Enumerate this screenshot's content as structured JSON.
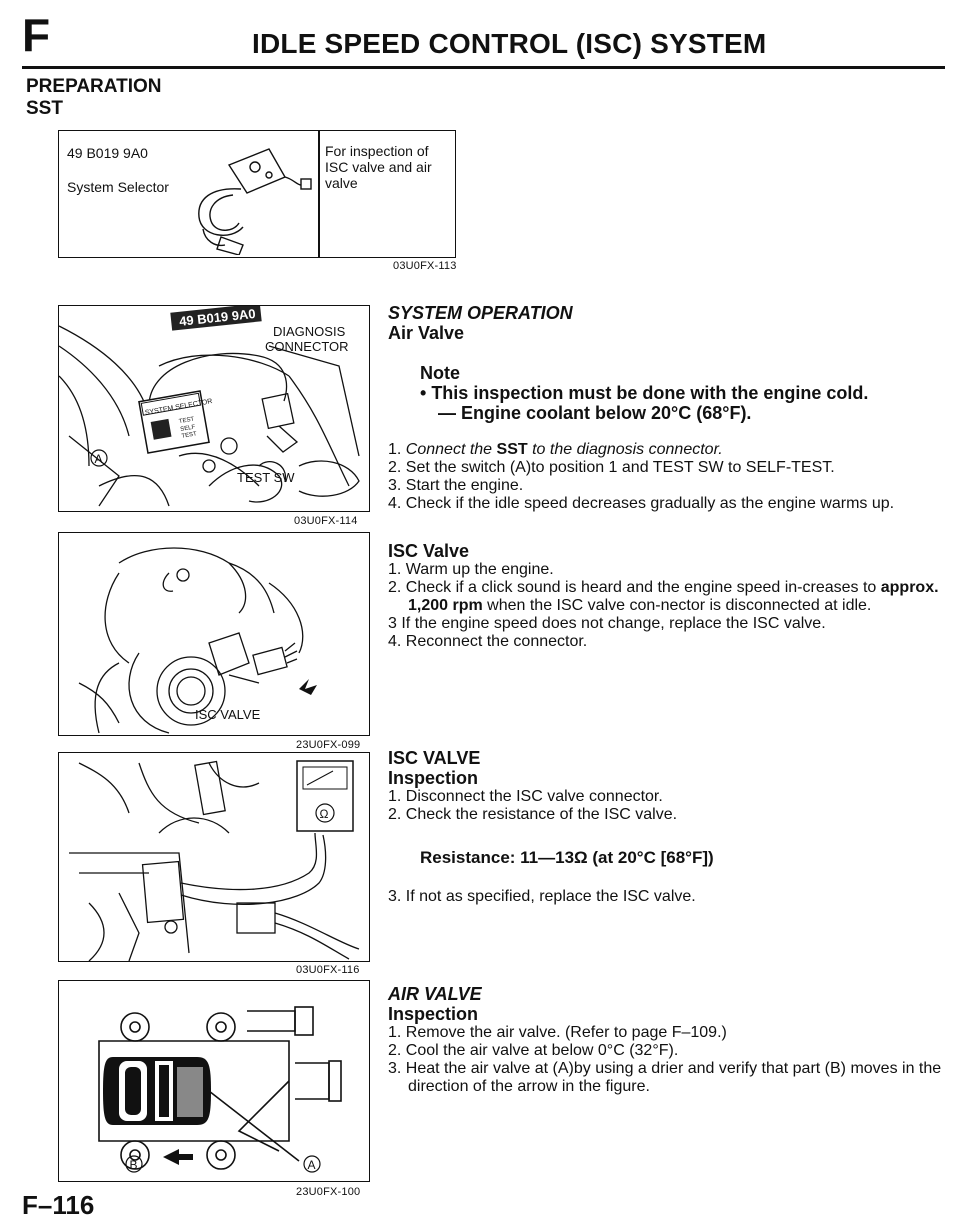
{
  "header": {
    "section_letter": "F",
    "title": "IDLE SPEED CONTROL (ISC) SYSTEM"
  },
  "preparation": {
    "heading": "PREPARATION",
    "subheading": "SST",
    "tool_part_number": "49 B019 9A0",
    "tool_name": "System Selector",
    "tool_use": "For inspection of ISC valve and air valve",
    "figure_code": "03U0FX-113"
  },
  "figures": [
    {
      "code": "03U0FX-114",
      "labels": {
        "tool": "49 B019 9A0",
        "connector_line1": "DIAGNOSIS",
        "connector_line2": "CONNECTOR",
        "test_sw": "TEST SW",
        "marker_a": "A",
        "selector": "SYSTEM SELECTOR",
        "test": "TEST",
        "self": "SELF",
        "test2": "TEST"
      }
    },
    {
      "code": "23U0FX-099",
      "labels": {
        "isc_valve": "ISC VALVE"
      }
    },
    {
      "code": "03U0FX-116",
      "labels": {
        "ohm": "Ω"
      }
    },
    {
      "code": "23U0FX-100",
      "labels": {
        "marker_b": "B",
        "marker_a": "A"
      }
    }
  ],
  "system_operation": {
    "heading": "SYSTEM OPERATION",
    "air_valve": {
      "heading": "Air Valve",
      "note_label": "Note",
      "note_bullet": "This inspection must be done with the engine cold.",
      "note_sub": "— Engine coolant below 20°C (68°F).",
      "steps": [
        {
          "num": "1.",
          "pre": "Connect the ",
          "bold": "SST",
          "post": " to the diagnosis connector."
        },
        {
          "num": "2.",
          "pre": "Set the switch ",
          "marker": "A",
          "post": "to position 1 and TEST SW to SELF-TEST."
        },
        {
          "num": "3.",
          "text": "Start the engine."
        },
        {
          "num": "4.",
          "text": "Check if the idle speed decreases gradually as the engine warms up."
        }
      ]
    },
    "isc_valve": {
      "heading": "ISC Valve",
      "steps": [
        {
          "num": "1.",
          "text": "Warm up the engine."
        },
        {
          "num": "2.",
          "pre": "Check if a click sound is heard and the engine speed in-creases to ",
          "bold": "approx. 1,200 rpm",
          "post": " when the ISC valve con-nector is disconnected at idle."
        },
        {
          "num": "3",
          "text": "If the engine speed does not change, replace the ISC valve."
        },
        {
          "num": "4.",
          "text": "Reconnect the connector."
        }
      ]
    }
  },
  "isc_valve_inspection": {
    "heading": "ISC VALVE",
    "subheading": "Inspection",
    "steps": [
      {
        "num": "1.",
        "text": "Disconnect the ISC valve connector."
      },
      {
        "num": "2.",
        "text": "Check the resistance of the ISC valve."
      }
    ],
    "spec": "Resistance: 11—13Ω (at 20°C [68°F])",
    "step3": {
      "num": "3.",
      "text": "If not as specified, replace the ISC valve."
    }
  },
  "air_valve_inspection": {
    "heading": "AIR VALVE",
    "subheading": "Inspection",
    "steps": [
      {
        "num": "1.",
        "text": "Remove the air valve. (Refer to page F–109.)"
      },
      {
        "num": "2.",
        "text": "Cool the air valve at below 0°C (32°F)."
      },
      {
        "num": "3.",
        "pre": "Heat the air valve at ",
        "marker_a": "A",
        "mid": "by using a drier and verify that part ",
        "marker_b": "B",
        "post": " moves in the direction of the arrow in the figure."
      }
    ]
  },
  "footer": {
    "page_number": "F–116"
  }
}
